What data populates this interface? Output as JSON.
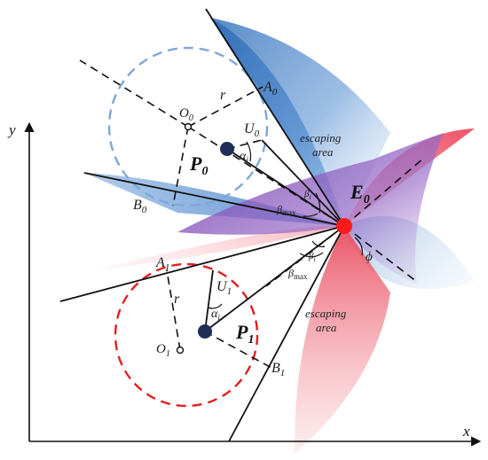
{
  "axes": {
    "x_label": "x",
    "y_label": "y"
  },
  "pursuers": [
    {
      "label": "P",
      "sub": "0",
      "center_label": "O",
      "center_sub": "0",
      "radius_label": "r",
      "tangent_a": "A",
      "tangent_a_sub": "0",
      "tangent_b": "B",
      "tangent_b_sub": "0",
      "velocity": "U",
      "velocity_sub": "0",
      "angle": "α",
      "angle_sub": "i",
      "circle_color": "#7fa7d6"
    },
    {
      "label": "P",
      "sub": "1",
      "center_label": "O",
      "center_sub": "1",
      "radius_label": "r",
      "tangent_a": "A",
      "tangent_a_sub": "1",
      "tangent_b": "B",
      "tangent_b_sub": "1",
      "velocity": "U",
      "velocity_sub": "1",
      "angle": "α",
      "angle_sub": "i",
      "circle_color": "#e02020"
    }
  ],
  "evader": {
    "label": "E",
    "sub": "0",
    "color": "#ff1a1a"
  },
  "angles": {
    "beta_upper": "β",
    "beta_upper_sub": "i",
    "beta_max_upper": "β",
    "beta_max_upper_sub": "max",
    "beta_lower": "β",
    "beta_lower_sub": "i",
    "beta_max_lower": "β",
    "beta_max_lower_sub": "max",
    "phi": "ϕ"
  },
  "regions": {
    "escape_upper_line1": "escaping",
    "escape_upper_line2": "area",
    "escape_lower_line1": "escaping",
    "escape_lower_line2": "area"
  },
  "colors": {
    "blue_region": "#3a78c2",
    "red_region": "#f06070",
    "overlap": "#8a55b8",
    "ink": "#111111",
    "point_dark": "#1c2e55"
  }
}
